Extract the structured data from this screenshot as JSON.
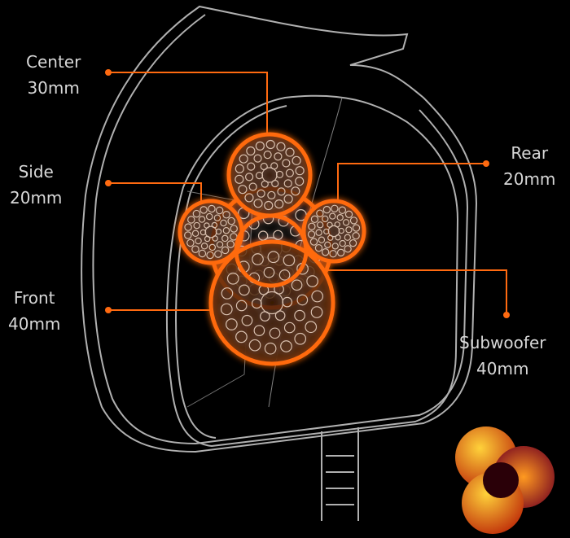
{
  "labels": {
    "center": {
      "name": "Center",
      "size": "30mm"
    },
    "side": {
      "name": "Side",
      "size": "20mm"
    },
    "front": {
      "name": "Front",
      "size": "40mm"
    },
    "rear": {
      "name": "Rear",
      "size": "20mm"
    },
    "subwoofer": {
      "name": "Subwoofer",
      "size": "40mm"
    }
  },
  "colors": {
    "accent": "#ff6a10",
    "outline": "#b8b8b8",
    "background": "#000000"
  }
}
